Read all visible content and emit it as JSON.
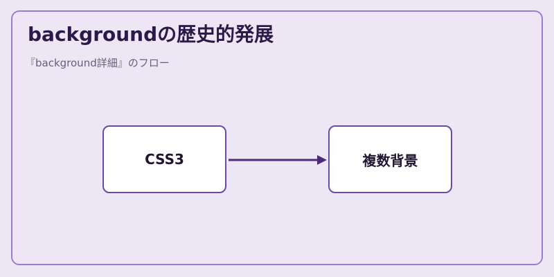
{
  "diagram": {
    "title": "backgroundの歴史的発展",
    "subtitle": "『background詳細』のフロー",
    "nodes": [
      {
        "id": "css3",
        "label": "CSS3"
      },
      {
        "id": "multi-bg",
        "label": "複数背景"
      }
    ],
    "edges": [
      {
        "from": "css3",
        "to": "multi-bg"
      }
    ],
    "colors": {
      "background": "#ede6f5",
      "frame_border": "#9b7fcf",
      "node_border": "#6b4aa6",
      "arrow": "#4a2c7a",
      "title": "#2b1a47"
    }
  }
}
